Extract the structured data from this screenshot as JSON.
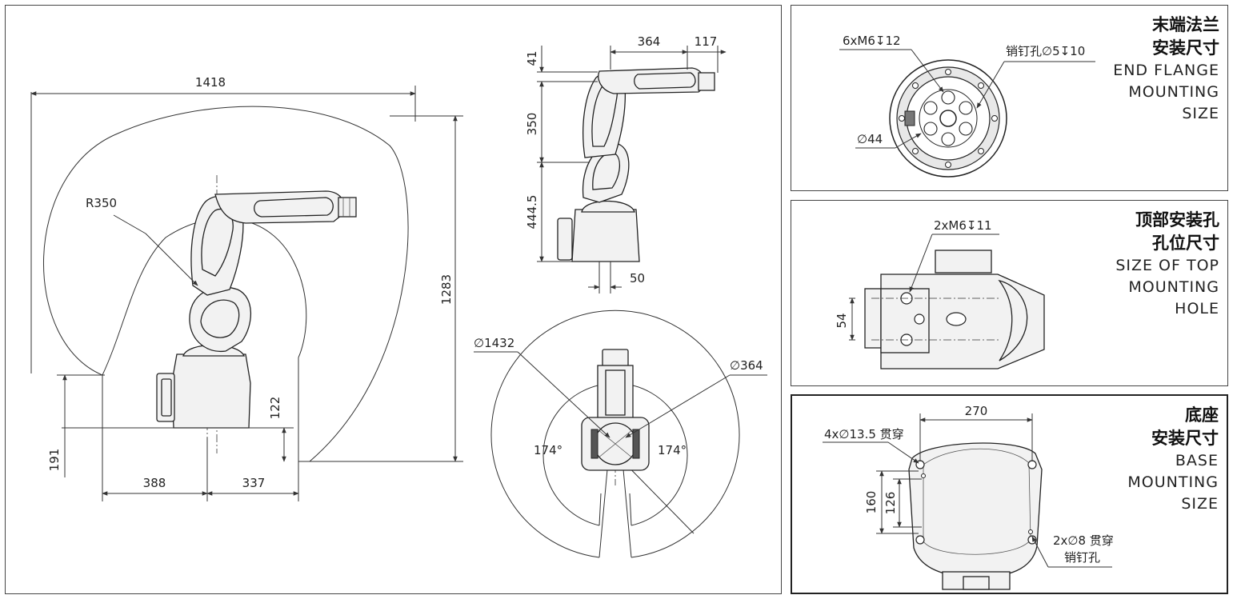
{
  "main": {
    "side_view": {
      "width_1418": "1418",
      "radius": "R350",
      "height_1283": "1283",
      "base_offset_122": "122",
      "base_offset_191": "191",
      "left_388": "388",
      "right_337": "337"
    },
    "front_view": {
      "top_364": "364",
      "top_117": "117",
      "v_41": "41",
      "v_350": "350",
      "v_444_5": "444.5",
      "bottom_50": "50"
    },
    "top_view": {
      "outer_diameter": "∅1432",
      "inner_diameter": "∅364",
      "angle_left": "174°",
      "angle_right": "174°"
    }
  },
  "flange": {
    "title_zh": [
      "末端法兰",
      "安装尺寸"
    ],
    "title_en": [
      "END FLANGE",
      "MOUNTING",
      "SIZE"
    ],
    "label_holes": "6xM6↧12",
    "label_pin": "销钉孔∅5↧10",
    "label_diameter": "∅44"
  },
  "top_hole": {
    "title_zh": [
      "顶部安装孔",
      "孔位尺寸"
    ],
    "title_en": [
      "SIZE OF TOP",
      "MOUNTING",
      "HOLE"
    ],
    "label_holes": "2xM6↧11",
    "dim_54": "54"
  },
  "base": {
    "title_zh": [
      "底座",
      "安装尺寸"
    ],
    "title_en": [
      "BASE",
      "MOUNTING",
      "SIZE"
    ],
    "dim_270": "270",
    "dim_160": "160",
    "dim_126": "126",
    "label_holes": "4x∅13.5 贯穿",
    "label_pin_line1": "2x∅8 贯穿",
    "label_pin_line2": "销钉孔"
  }
}
